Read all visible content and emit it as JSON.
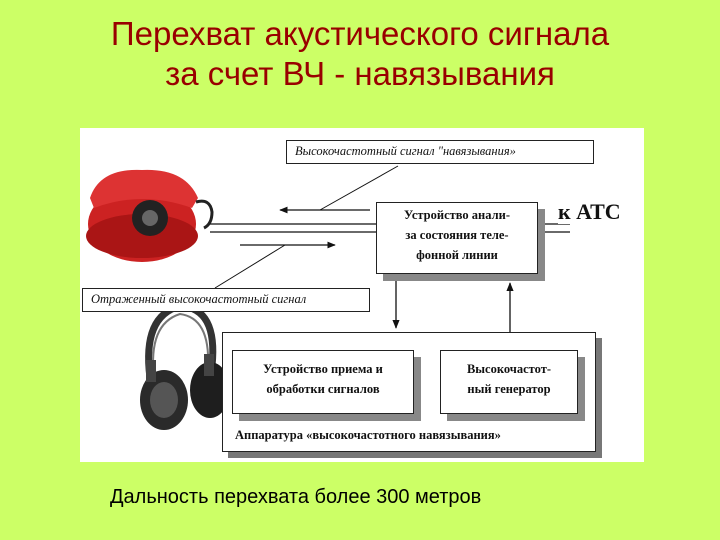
{
  "title": {
    "line1": "Перехват акустического сигнала",
    "line2": "за счет ВЧ - навязывания"
  },
  "diagram": {
    "hf_signal_label": "Высокочастотный сигнал \"навязывания»",
    "reflected_signal_label": "Отраженный высокочастотный сигнал",
    "analyzer_box": {
      "line1": "Устройство анали-",
      "line2": "за состояния теле-",
      "line3": "фонной линии"
    },
    "to_exchange_label": "к  АТС",
    "receiver_box": {
      "line1": "Устройство приема и",
      "line2": "обработки сигналов"
    },
    "generator_box": {
      "line1": "Высокочастот-",
      "line2": "ный генератор"
    },
    "equipment_label": "Аппаратура  «высокочастотного навязывания»",
    "colors": {
      "phone": "#cc2222",
      "headphones": "#333333"
    }
  },
  "footer": "Дальность перехвата более 300 метров"
}
